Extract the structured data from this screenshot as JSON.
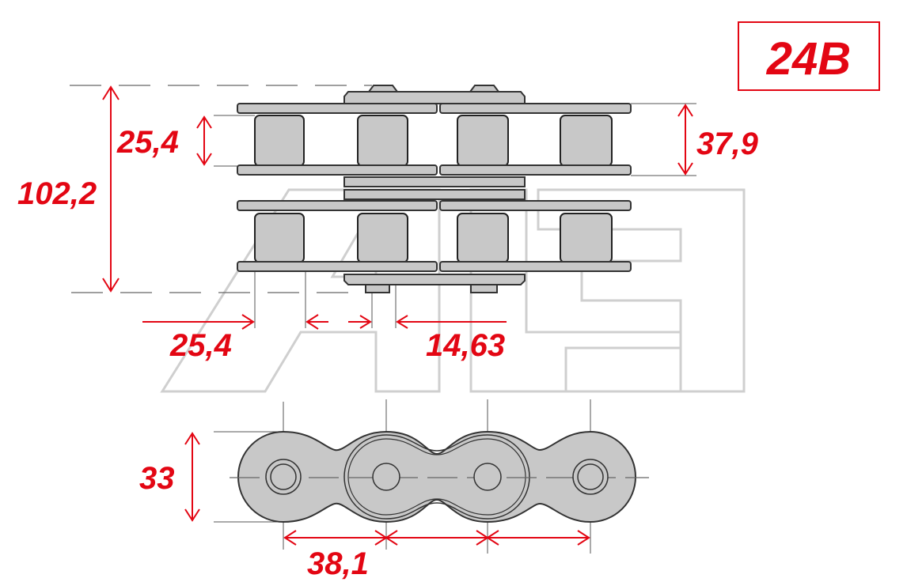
{
  "chain_type": "24B",
  "colors": {
    "accent": "#e30613",
    "part_fill": "#c8c8c8",
    "outline": "#333333"
  },
  "dimensions": {
    "overall_width": "102,2",
    "inner_width": "25,4",
    "row_spacing": "37,9",
    "roller_diameter": "25,4",
    "pin_diameter": "14,63",
    "plate_height": "33",
    "pitch": "38,1"
  },
  "watermark": "AIE"
}
